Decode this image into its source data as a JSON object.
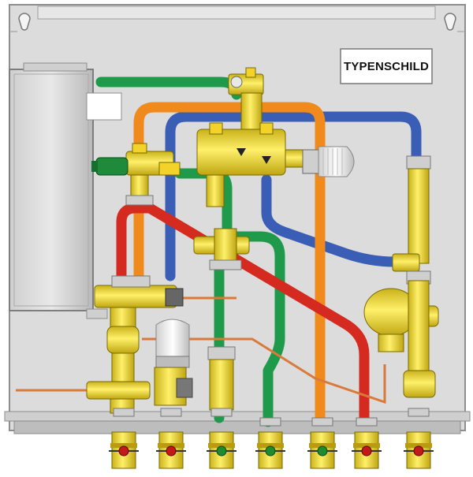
{
  "type_plate": {
    "label": "TYPENSCHILD"
  },
  "colors": {
    "cabinet": "#dcdcdc",
    "cabinet_edge": "#9a9a9a",
    "pipe_green": "#1f9a4a",
    "pipe_blue": "#3a5db5",
    "pipe_orange": "#f08a1c",
    "pipe_red": "#d42a1f",
    "fitting_yellow": "#f4e03a",
    "valve_green_handle": "#1e8a3a",
    "ball_valve_red": "#c21a1a",
    "ball_valve_green": "#1f8a2e",
    "sensor_wire": "#d97a3a"
  },
  "outlets": [
    {
      "handle": "red"
    },
    {
      "handle": "red"
    },
    {
      "handle": "green"
    },
    {
      "handle": "green"
    },
    {
      "handle": "green"
    },
    {
      "handle": "red"
    },
    {
      "handle": "red"
    }
  ]
}
